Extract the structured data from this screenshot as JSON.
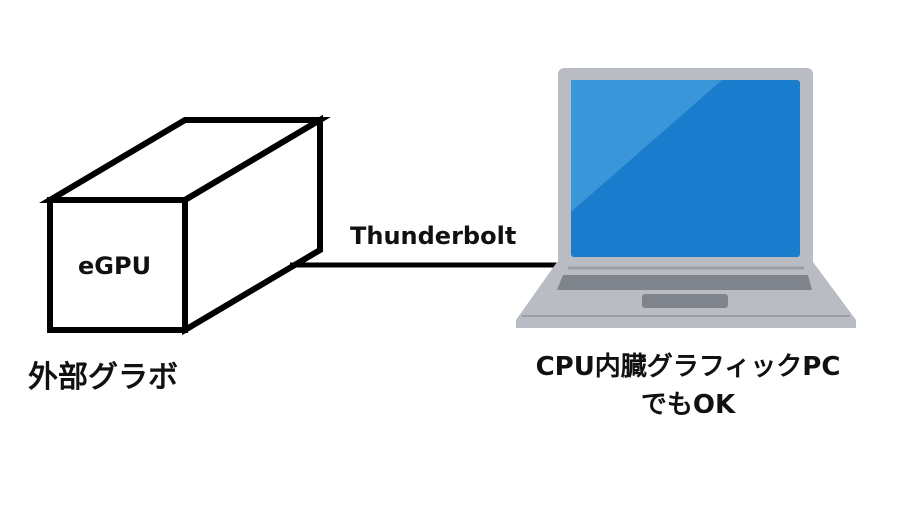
{
  "egpu": {
    "box_label": "eGPU",
    "caption": "外部グラボ"
  },
  "cable": {
    "label": "Thunderbolt"
  },
  "laptop": {
    "caption_line1": "CPU内臓グラフィックPC",
    "caption_line2": "でもOK"
  },
  "colors": {
    "screen": "#1a7ccc",
    "screen_highlight": "#3a96d8",
    "body": "#b9bcc3",
    "keyboard": "#7f838b"
  }
}
